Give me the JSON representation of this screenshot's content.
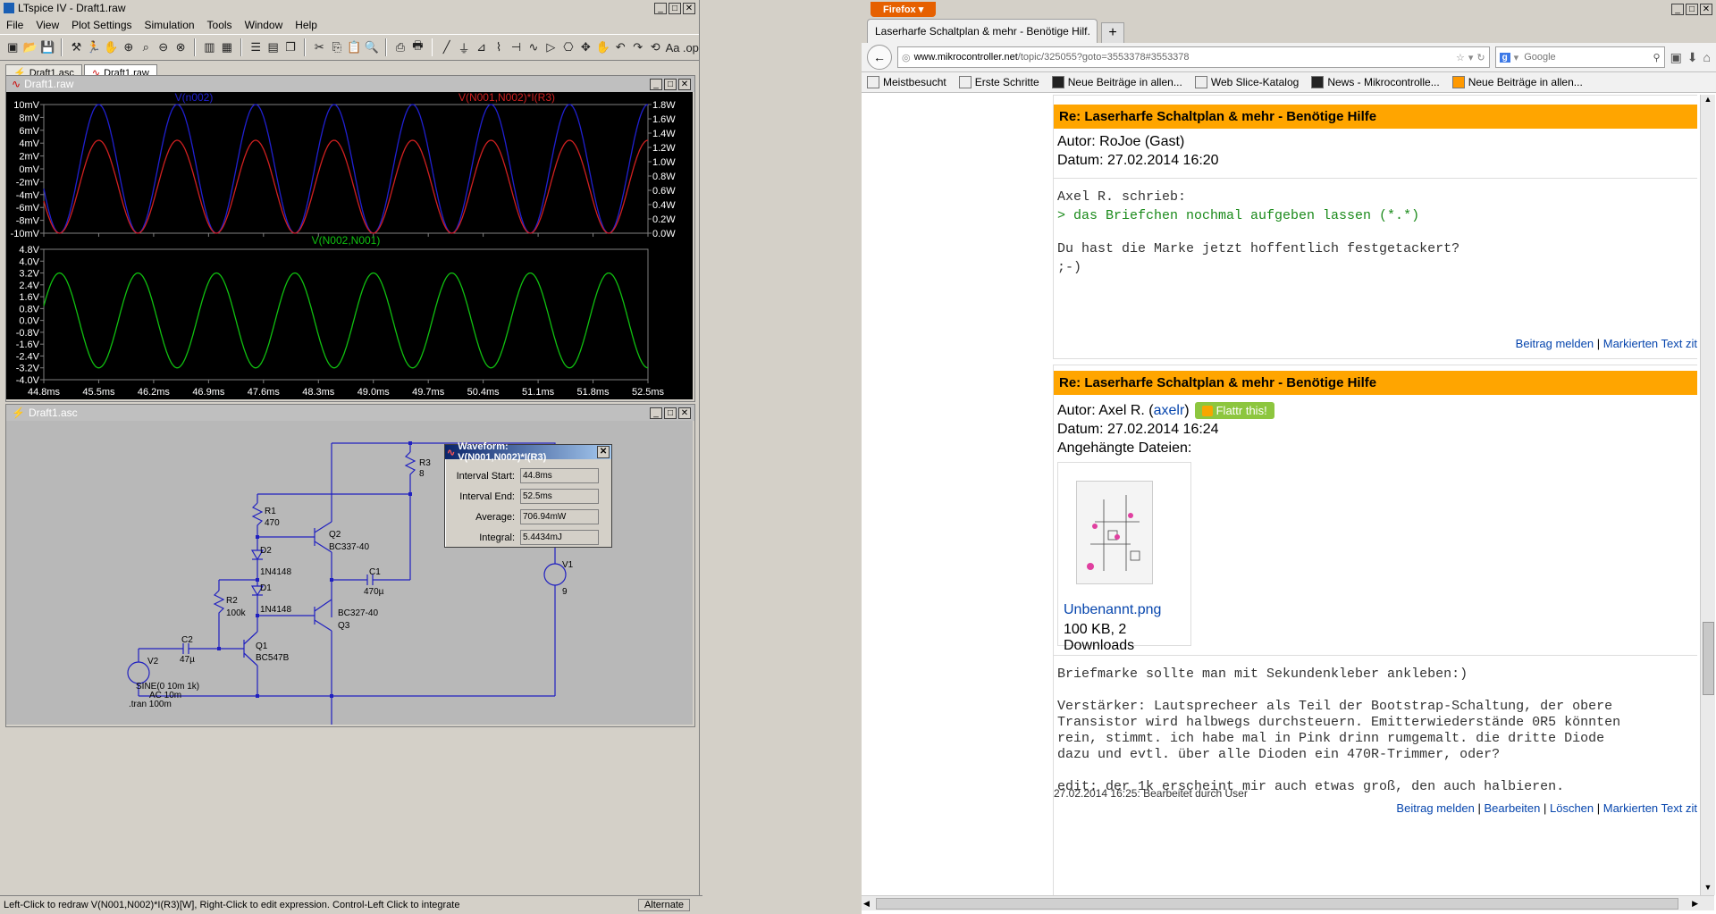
{
  "ltspice": {
    "title": "LTspice IV - Draft1.raw",
    "menu": [
      "File",
      "View",
      "Plot Settings",
      "Simulation",
      "Tools",
      "Window",
      "Help"
    ],
    "tabs": [
      "Draft1.asc",
      "Draft1.raw"
    ],
    "plot_window_title": "Draft1.raw",
    "schematic_window_title": "Draft1.asc",
    "status_left": "Left-Click to redraw V(N001,N002)*I(R3)[W],  Right-Click to edit expression. Control-Left Click to integrate",
    "status_right": "Alternate"
  },
  "chart_data": [
    {
      "type": "line",
      "title": "",
      "series": [
        {
          "name": "V(n002)",
          "color": "#2020d0",
          "axis": "left",
          "amplitude": 10,
          "offset": 0,
          "freq_khz": 1,
          "phase_deg": -90
        },
        {
          "name": "V(N001,N002)*I(R3)",
          "color": "#d02020",
          "axis": "right",
          "amplitude": 0.65,
          "offset": 0.65,
          "freq_khz": 1,
          "phase_deg": -90
        }
      ],
      "x_range": [
        44.8,
        52.5
      ],
      "x_ticks": [
        "44.8ms",
        "45.5ms",
        "46.2ms",
        "46.9ms",
        "47.6ms",
        "48.3ms",
        "49.0ms",
        "49.7ms",
        "50.4ms",
        "51.1ms",
        "51.8ms",
        "52.5ms"
      ],
      "y_left_range": [
        -10,
        10
      ],
      "y_left_ticks": [
        "10mV",
        "8mV",
        "6mV",
        "4mV",
        "2mV",
        "0mV",
        "-2mV",
        "-4mV",
        "-6mV",
        "-8mV",
        "-10mV"
      ],
      "y_right_range": [
        0,
        1.8
      ],
      "y_right_ticks": [
        "1.8W",
        "1.6W",
        "1.4W",
        "1.2W",
        "1.0W",
        "0.8W",
        "0.6W",
        "0.4W",
        "0.2W",
        "0.0W"
      ]
    },
    {
      "type": "line",
      "title": "",
      "series": [
        {
          "name": "V(N002,N001)",
          "color": "#10c010",
          "axis": "left",
          "amplitude": 3.2,
          "offset": 0,
          "freq_khz": 1,
          "phase_deg": 90
        }
      ],
      "x_range": [
        44.8,
        52.5
      ],
      "x_ticks": [
        "44.8ms",
        "45.5ms",
        "46.2ms",
        "46.9ms",
        "47.6ms",
        "48.3ms",
        "49.0ms",
        "49.7ms",
        "50.4ms",
        "51.1ms",
        "51.8ms",
        "52.5ms"
      ],
      "y_left_range": [
        -4.0,
        4.8
      ],
      "y_left_ticks": [
        "4.8V",
        "4.0V",
        "3.2V",
        "2.4V",
        "1.6V",
        "0.8V",
        "0.0V",
        "-0.8V",
        "-1.6V",
        "-2.4V",
        "-3.2V",
        "-4.0V"
      ]
    }
  ],
  "schematic": {
    "labels": {
      "r3": "R3",
      "r3v": "8",
      "r1": "R1",
      "r1v": "470",
      "d2": "D2",
      "d2v": "1N4148",
      "d1": "D1",
      "d1v": "1N4148",
      "r2": "R2",
      "r2v": "100k",
      "q2": "Q2",
      "q2v": "BC337-40",
      "q3": "Q3",
      "q3v": "BC327-40",
      "q1": "Q1",
      "q1v": "BC547B",
      "c1": "C1",
      "c1v": "470µ",
      "c2": "C2",
      "c2v": "47µ",
      "v1": "V1",
      "v1v": "9",
      "v2": "V2",
      "sine": "SINE(0 10m 1k)",
      "ac": "AC 10m",
      "tran": ".tran 100m"
    }
  },
  "waveform_dialog": {
    "title": "Waveform: V(N001,N002)*I(R3)",
    "rows": [
      {
        "label": "Interval Start:",
        "value": "44.8ms"
      },
      {
        "label": "Interval End:",
        "value": "52.5ms"
      },
      {
        "label": "Average:",
        "value": "706.94mW"
      },
      {
        "label": "Integral:",
        "value": "5.4434mJ"
      }
    ]
  },
  "firefox": {
    "app_button": "Firefox",
    "tab_title": "Laserharfe Schaltplan & mehr - Benötige Hilf...",
    "url_domain": "www.mikrocontroller.net",
    "url_path": "/topic/325055?goto=3553378#3553378",
    "search_placeholder": "Google",
    "bookmarks": [
      "Meistbesucht",
      "Erste Schritte",
      "Neue Beiträge in allen...",
      "Web Slice-Katalog",
      "News - Mikrocontrolle...",
      "Neue Beiträge in allen..."
    ]
  },
  "posts": [
    {
      "heading": "Re: Laserharfe Schaltplan & mehr - Benötige Hilfe",
      "author": "Autor: RoJoe (Gast)",
      "date": "Datum: 27.02.2014 16:20",
      "quote_intro": "Axel R. schrieb:",
      "quote": "> das Briefchen nochmal aufgeben lassen (*.*)",
      "body1": "Du hast die Marke jetzt hoffentlich festgetackert?",
      "body2": ";-)",
      "action1": "Beitrag melden",
      "action2": "Markierten Text zit"
    },
    {
      "heading": "Re: Laserharfe Schaltplan & mehr - Benötige Hilfe",
      "author_prefix": "Autor: Axel R. (",
      "author_link": "axelr",
      "author_suffix": ")",
      "flattr": "Flattr this!",
      "date": "Datum: 27.02.2014 16:24",
      "attachments_label": "Angehängte Dateien:",
      "file_name": "Unbenannt.png",
      "file_info": "100 KB, 2 Downloads",
      "body_lines": [
        "Briefmarke sollte man mit Sekundenkleber ankleben:)",
        "",
        "Verstärker: Lautsprecheer als Teil der Bootstrap-Schaltung, der obere",
        "Transistor wird halbwegs durchsteuern. Emitterwiederstände 0R5 könnten",
        "rein, stimmt. ich habe mal in Pink drinn rumgemalt. die dritte Diode",
        "dazu und evtl. über alle Dioden ein 470R-Trimmer, oder?",
        "",
        "edit: der 1k erscheint mir auch etwas groß, den auch halbieren."
      ],
      "edited": "27.02.2014 16:25: Bearbeitet durch User",
      "actions": [
        "Beitrag melden",
        "Bearbeiten",
        "Löschen",
        "Markierten Text zit"
      ]
    }
  ]
}
